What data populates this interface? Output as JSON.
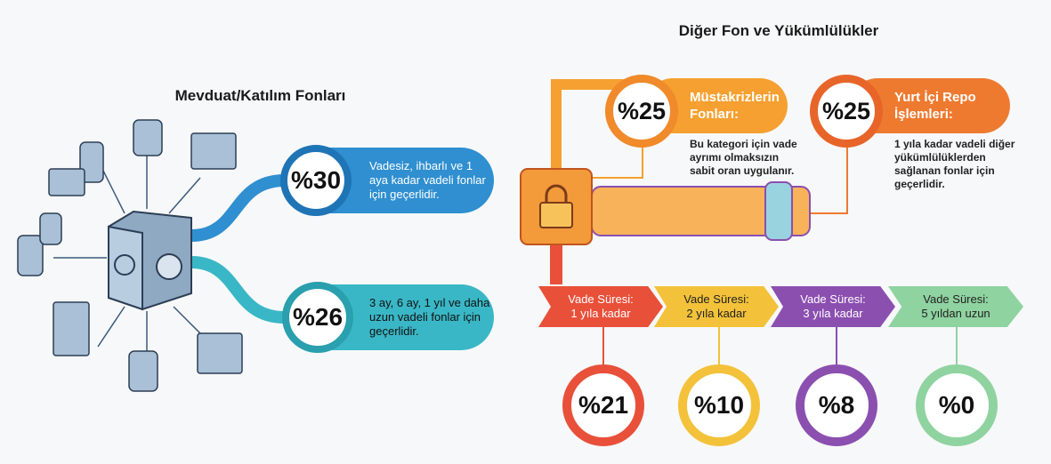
{
  "left": {
    "title": "Mevduat/Katılım Fonları",
    "items": [
      {
        "percent": "%30",
        "text": "Vadesiz, ihbarlı ve 1 aya kadar vadeli fonlar için geçerlidir.",
        "color": "#2f8fd0"
      },
      {
        "percent": "%26",
        "text": "3 ay, 6 ay, 1 yıl ve daha uzun vadeli fonlar için geçerlidir.",
        "color": "#3ab7c6"
      }
    ]
  },
  "right": {
    "title": "Diğer Fon ve Yükümlülükler",
    "top_items": [
      {
        "percent": "%25",
        "label": "Müstakrizlerin Fonları:",
        "text": "Bu kategori için vade ayrımı olmaksızın sabit oran uygulanır.",
        "color": "#f5a030"
      },
      {
        "percent": "%25",
        "label": "Yurt İçi Repo İşlemleri:",
        "text": "1 yıla kadar vadeli diğer yükümlülüklerden sağlanan fonlar için geçerlidir.",
        "color": "#ee7a30"
      }
    ],
    "maturities": [
      {
        "label": "Vade Süresi:",
        "term": "1 yıla kadar",
        "percent": "%21",
        "color": "#e8503a"
      },
      {
        "label": "Vade Süresi:",
        "term": "2 yıla kadar",
        "percent": "%10",
        "color": "#f3c23a"
      },
      {
        "label": "Vade Süresi:",
        "term": "3 yıla kadar",
        "percent": "%8",
        "color": "#8b4fb0"
      },
      {
        "label": "Vade Süresi:",
        "term": "5 yıldan uzun",
        "percent": "%0",
        "color": "#8fd3a0"
      }
    ]
  }
}
